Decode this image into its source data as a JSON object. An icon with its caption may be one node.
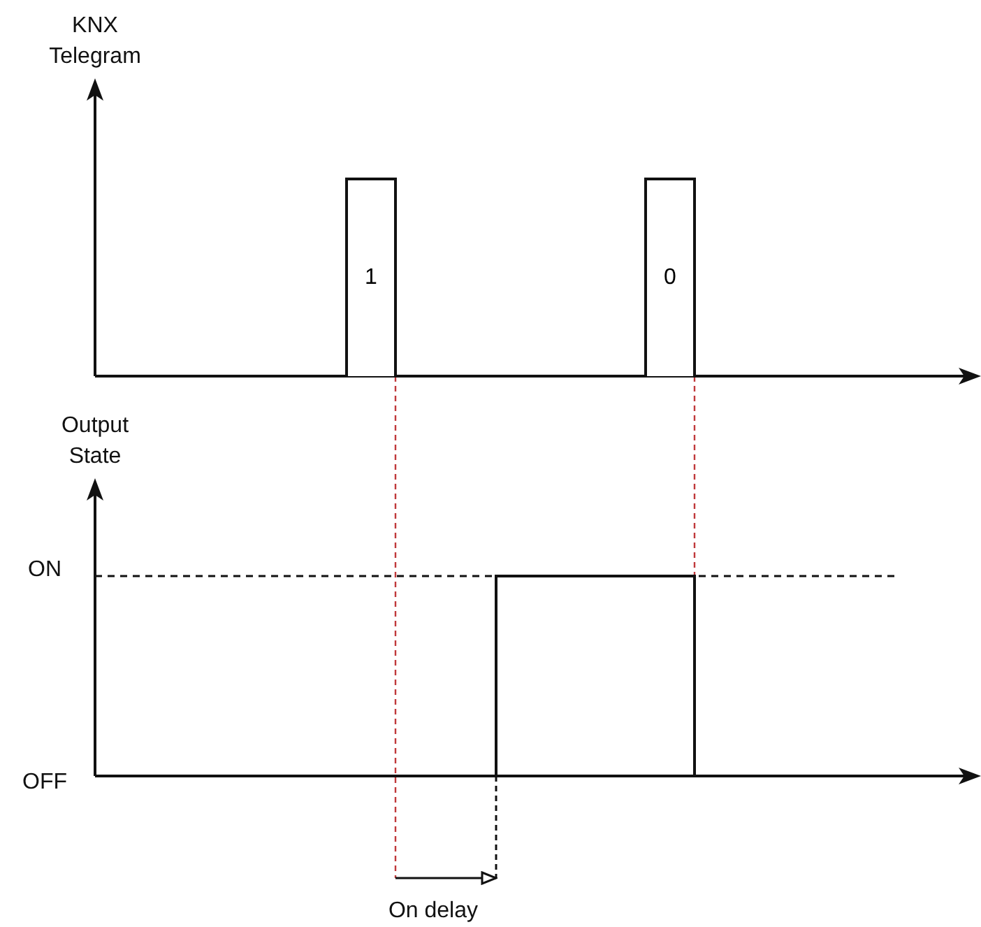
{
  "diagram": {
    "nodes": [
      {
        "text": [
          "1"
        ]
      },
      {
        "text": [
          "0"
        ]
      }
    ],
    "labels": [
      "KNX Telegram",
      "Output State",
      "ON",
      "OFF",
      "On delay"
    ]
  }
}
